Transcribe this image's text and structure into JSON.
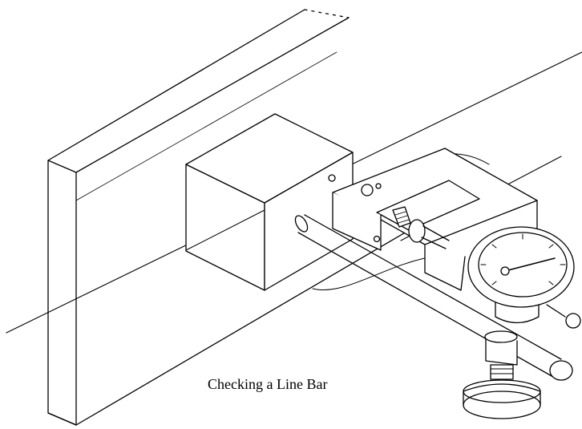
{
  "caption": "Checking a Line Bar",
  "colors": {
    "ink": "#000000",
    "paper": "#ffffff"
  },
  "parts": [
    "wall",
    "sliding-block",
    "line-wire",
    "guide-bar",
    "clamp-frame",
    "adjusting-screw",
    "dial-indicator",
    "magnetic-base"
  ]
}
